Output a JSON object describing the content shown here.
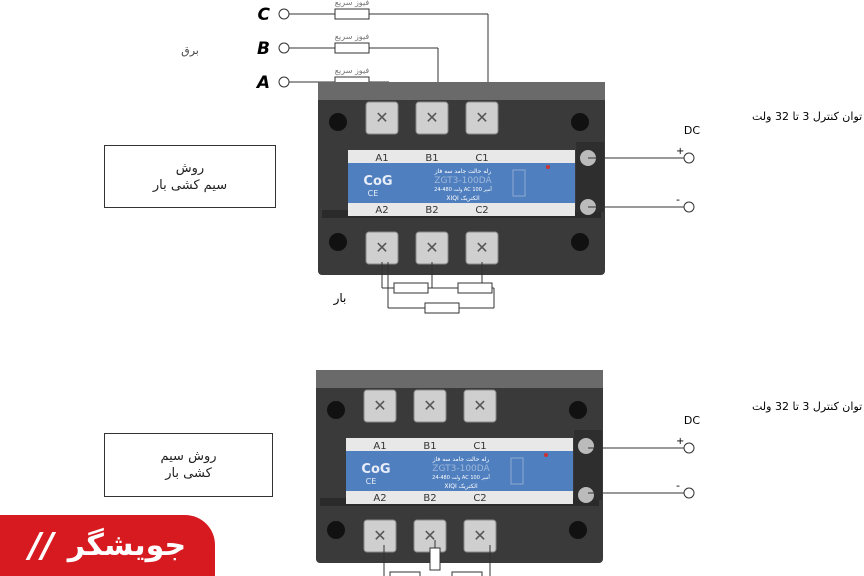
{
  "top": {
    "phases": [
      "A",
      "B",
      "C"
    ],
    "fuse_label": "فیوز سریع",
    "supply_label": "برق",
    "method_title_line1": "روش",
    "method_title_line2": "سیم کشی بار",
    "control_label_line1": "توان کنترل 3 تا 32 ولت",
    "control_label_line2": "DC",
    "load_label": "بار",
    "plus": "+",
    "minus": "-"
  },
  "bottom": {
    "method_title_line1": "روش سیم",
    "method_title_line2": "کشی بار",
    "control_label_line1": "توان کنترل 3 تا 32 ولت",
    "control_label_line2": "DC",
    "plus": "+",
    "minus": "-"
  },
  "relay": {
    "terminals_top": [
      "A1",
      "B1",
      "C1"
    ],
    "terminals_bottom": [
      "A2",
      "B2",
      "C2"
    ],
    "brand": "CoG",
    "ce": "CE",
    "title": "رله حالت جامد سه فاز",
    "model": "ZGT3-100DA",
    "rating": "24-480 ولت AC 100 آمپر",
    "maker": "XIQI الکتریک"
  },
  "logo": {
    "text": "جویشگر"
  },
  "colors": {
    "label_blue": "#4f7fbf",
    "body": "#3a3a3a",
    "brand_red": "#d71920"
  }
}
